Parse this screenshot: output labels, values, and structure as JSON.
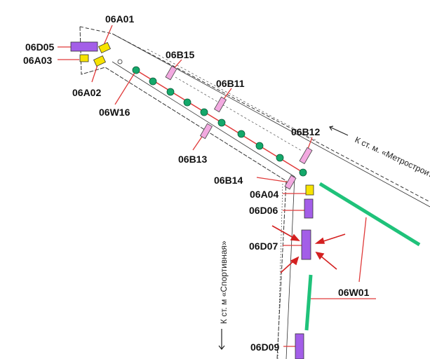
{
  "colors": {
    "leader": "#e03a3a",
    "arrow": "#d42020",
    "purple": "#a35ee8",
    "yellow": "#f7e300",
    "pink": "#f2a9e0",
    "green": "#1fc27a",
    "green_dot": "#14a86a",
    "tunnel": "#333333"
  },
  "labels": {
    "a01": "06A01",
    "d05": "06D05",
    "a03": "06A03",
    "a02": "06A02",
    "w16": "06W16",
    "b15": "06B15",
    "b11": "06B11",
    "b12": "06B12",
    "b13": "06B13",
    "b14": "06B14",
    "a04": "06A04",
    "d06": "06D06",
    "d07": "06D07",
    "w01": "06W01",
    "d09": "06D09"
  },
  "streets": {
    "metrostroitel": "К ст. м. «Метростроител",
    "sportivnaya": "К ст. м «Спортивная»"
  },
  "icons": {
    "direction_arrow_right": "arrow-left-icon",
    "direction_arrow_left": "arrow-down-icon"
  }
}
